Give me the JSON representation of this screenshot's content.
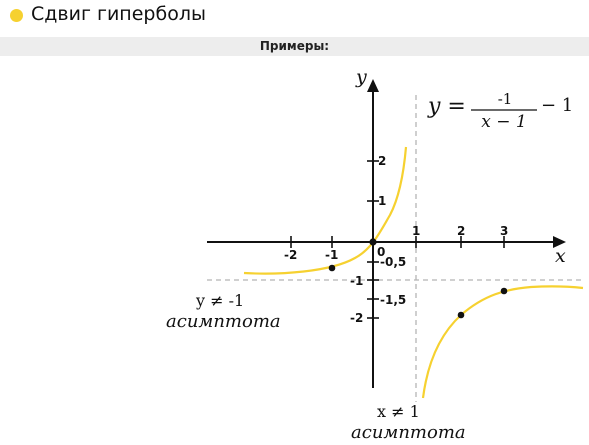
{
  "header": {
    "title": "Сдвиг гиперболы",
    "bullet_color": "#f6d130"
  },
  "section": {
    "label": "Примеры:"
  },
  "formula": {
    "lhs": "y =",
    "numerator": "-1",
    "denominator": "x − 1",
    "tail": "− 1"
  },
  "axes": {
    "x_label": "x",
    "y_label": "y",
    "origin_label": "0",
    "x_ticks": [
      "-2",
      "-1",
      "1",
      "2",
      "3"
    ],
    "y_ticks": [
      "2",
      "1",
      "-1",
      "-2"
    ],
    "extra_labels": [
      "-0,5",
      "-1,5"
    ]
  },
  "asymptotes": {
    "horizontal": {
      "equation": "y ≠ -1",
      "caption": "асимптота"
    },
    "vertical": {
      "equation": "x ≠ 1",
      "caption": "асимптота"
    }
  },
  "colors": {
    "curve": "#f6d130",
    "axis": "#111111",
    "asymptote": "#b5b5b5"
  }
}
